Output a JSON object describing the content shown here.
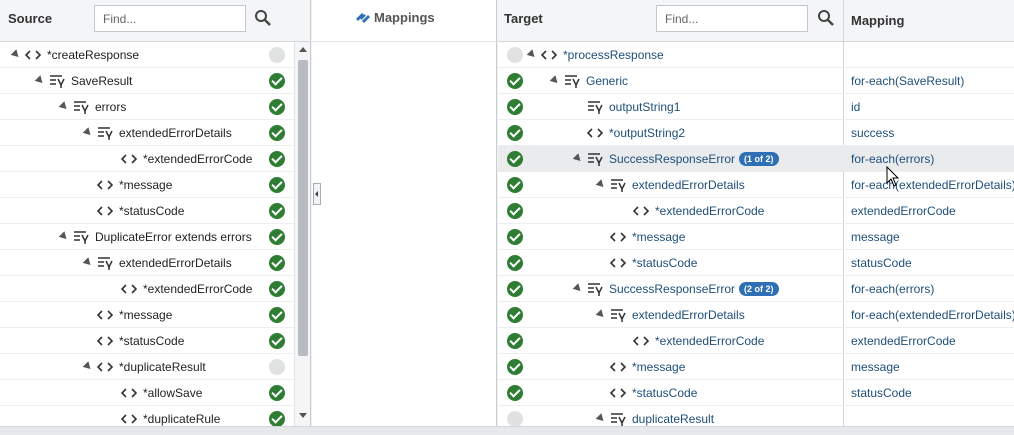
{
  "source": {
    "title": "Source",
    "search_placeholder": "Find...",
    "rows": [
      {
        "label": "*createResponse",
        "kind": "element",
        "depth": 0,
        "status": "none",
        "expanded": true
      },
      {
        "label": "SaveResult",
        "kind": "group",
        "depth": 1,
        "status": "ok",
        "expanded": true
      },
      {
        "label": "errors",
        "kind": "group",
        "depth": 2,
        "status": "ok",
        "expanded": true
      },
      {
        "label": "extendedErrorDetails",
        "kind": "group",
        "depth": 3,
        "status": "ok",
        "expanded": true
      },
      {
        "label": "*extendedErrorCode",
        "kind": "element",
        "depth": 4,
        "status": "ok",
        "expanded": false
      },
      {
        "label": "*message",
        "kind": "element",
        "depth": 3,
        "status": "ok",
        "expanded": false
      },
      {
        "label": "*statusCode",
        "kind": "element",
        "depth": 3,
        "status": "ok",
        "expanded": false
      },
      {
        "label": "DuplicateError extends errors",
        "kind": "group",
        "depth": 2,
        "status": "ok",
        "expanded": true
      },
      {
        "label": "extendedErrorDetails",
        "kind": "group",
        "depth": 3,
        "status": "ok",
        "expanded": true
      },
      {
        "label": "*extendedErrorCode",
        "kind": "element",
        "depth": 4,
        "status": "ok",
        "expanded": false
      },
      {
        "label": "*message",
        "kind": "element",
        "depth": 3,
        "status": "ok",
        "expanded": false
      },
      {
        "label": "*statusCode",
        "kind": "element",
        "depth": 3,
        "status": "ok",
        "expanded": false
      },
      {
        "label": "*duplicateResult",
        "kind": "element",
        "depth": 3,
        "status": "none",
        "expanded": true
      },
      {
        "label": "*allowSave",
        "kind": "element",
        "depth": 4,
        "status": "ok",
        "expanded": false
      },
      {
        "label": "*duplicateRule",
        "kind": "element",
        "depth": 4,
        "status": "ok",
        "expanded": false
      }
    ]
  },
  "middle": {
    "title": "Mappings"
  },
  "target": {
    "title": "Target",
    "search_placeholder": "Find...",
    "mapping_header": "Mapping",
    "rows": [
      {
        "label": "*processResponse",
        "kind": "element",
        "depth": 0,
        "status": "none",
        "expanded": true,
        "mapping": "",
        "badge": ""
      },
      {
        "label": "Generic",
        "kind": "group",
        "depth": 1,
        "status": "ok",
        "expanded": true,
        "mapping": "for-each(SaveResult)",
        "badge": ""
      },
      {
        "label": "outputString1",
        "kind": "group",
        "depth": 2,
        "status": "ok",
        "expanded": false,
        "mapping": "id",
        "badge": ""
      },
      {
        "label": "*outputString2",
        "kind": "element",
        "depth": 2,
        "status": "ok",
        "expanded": false,
        "mapping": "success",
        "badge": ""
      },
      {
        "label": "SuccessResponseError",
        "kind": "group",
        "depth": 2,
        "status": "ok",
        "expanded": true,
        "mapping": "for-each(errors)",
        "badge": "(1 of 2)",
        "selected": true
      },
      {
        "label": "extendedErrorDetails",
        "kind": "group",
        "depth": 3,
        "status": "ok",
        "expanded": true,
        "mapping": "for-each(extendedErrorDetails)",
        "badge": ""
      },
      {
        "label": "*extendedErrorCode",
        "kind": "element",
        "depth": 4,
        "status": "ok",
        "expanded": false,
        "mapping": "extendedErrorCode",
        "badge": ""
      },
      {
        "label": "*message",
        "kind": "element",
        "depth": 3,
        "status": "ok",
        "expanded": false,
        "mapping": "message",
        "badge": ""
      },
      {
        "label": "*statusCode",
        "kind": "element",
        "depth": 3,
        "status": "ok",
        "expanded": false,
        "mapping": "statusCode",
        "badge": ""
      },
      {
        "label": "SuccessResponseError",
        "kind": "group",
        "depth": 2,
        "status": "ok",
        "expanded": true,
        "mapping": "for-each(errors)",
        "badge": "(2 of 2)"
      },
      {
        "label": "extendedErrorDetails",
        "kind": "group",
        "depth": 3,
        "status": "ok",
        "expanded": true,
        "mapping": "for-each(extendedErrorDetails)",
        "badge": ""
      },
      {
        "label": "*extendedErrorCode",
        "kind": "element",
        "depth": 4,
        "status": "ok",
        "expanded": false,
        "mapping": "extendedErrorCode",
        "badge": ""
      },
      {
        "label": "*message",
        "kind": "element",
        "depth": 3,
        "status": "ok",
        "expanded": false,
        "mapping": "message",
        "badge": ""
      },
      {
        "label": "*statusCode",
        "kind": "element",
        "depth": 3,
        "status": "ok",
        "expanded": false,
        "mapping": "statusCode",
        "badge": ""
      },
      {
        "label": "duplicateResult",
        "kind": "group",
        "depth": 3,
        "status": "none",
        "expanded": true,
        "mapping": "",
        "badge": ""
      }
    ]
  },
  "colors": {
    "status_ok": "#2e7d32",
    "status_none": "#dfe1e3",
    "badge": "#2f6fb5",
    "target_text": "#1f4e79",
    "mappings_icon": "#2f6fb5"
  },
  "icons": {
    "element": "code-brackets-icon",
    "group": "choice-group-icon",
    "status_ok": "check-circle-icon",
    "status_none": "empty-circle-icon",
    "search": "search-icon",
    "mappings": "mappings-icon"
  }
}
